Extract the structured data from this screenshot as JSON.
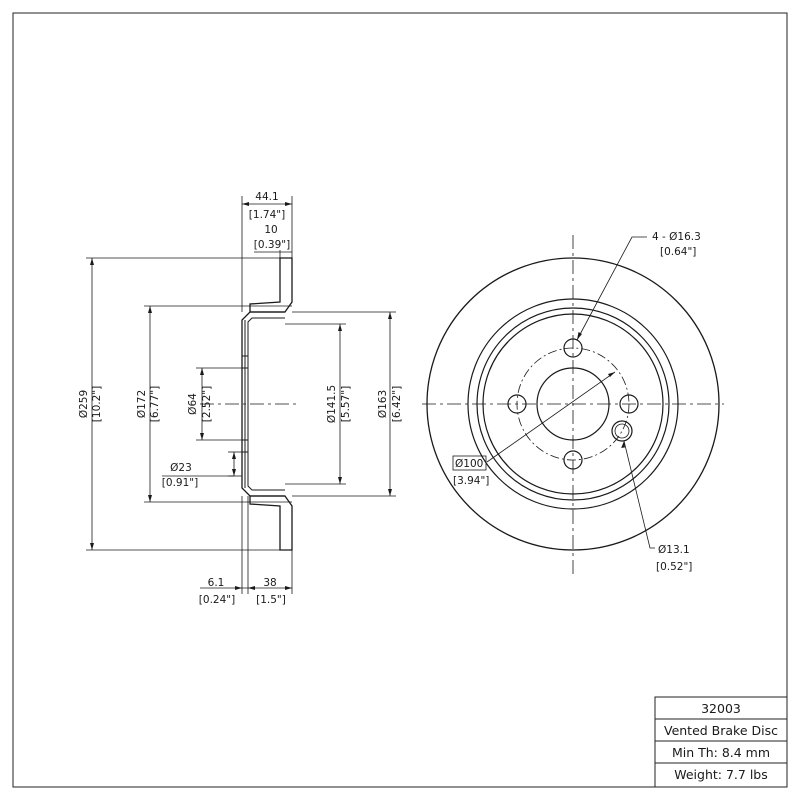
{
  "title_block": {
    "part_number": "32003",
    "description": "Vented Brake Disc",
    "min_thickness": "Min Th: 8.4 mm",
    "weight": "Weight: 7.7 lbs"
  },
  "side_view": {
    "width_total": {
      "mm": "44.1",
      "inch": "[1.74\"]"
    },
    "friction_thickness": {
      "mm": "10",
      "inch": "[0.39\"]"
    },
    "outer_diameter": {
      "mm": "Ø259",
      "inch": "[10.2\"]"
    },
    "hat_diameter": {
      "mm": "Ø172",
      "inch": "[6.77\"]"
    },
    "center_bore": {
      "mm": "Ø64",
      "inch": "[2.52\"]"
    },
    "inner_hat_diameter": {
      "mm": "Ø141.5",
      "inch": "[5.57\"]"
    },
    "outer_hat_diameter": {
      "mm": "Ø163",
      "inch": "[6.42\"]"
    },
    "pilot_diameter": {
      "mm": "Ø23",
      "inch": "[0.91\"]"
    },
    "hat_wall": {
      "mm": "6.1",
      "inch": "[0.24\"]"
    },
    "hat_height": {
      "mm": "38",
      "inch": "[1.5\"]"
    }
  },
  "front_view": {
    "bolt_holes": {
      "mm": "4 - Ø16.3",
      "inch": "[0.64\"]"
    },
    "bolt_circle": {
      "mm": "Ø100",
      "inch": "[3.94\"]"
    },
    "locator_hole": {
      "mm": "Ø13.1",
      "inch": "[0.52\"]"
    }
  }
}
